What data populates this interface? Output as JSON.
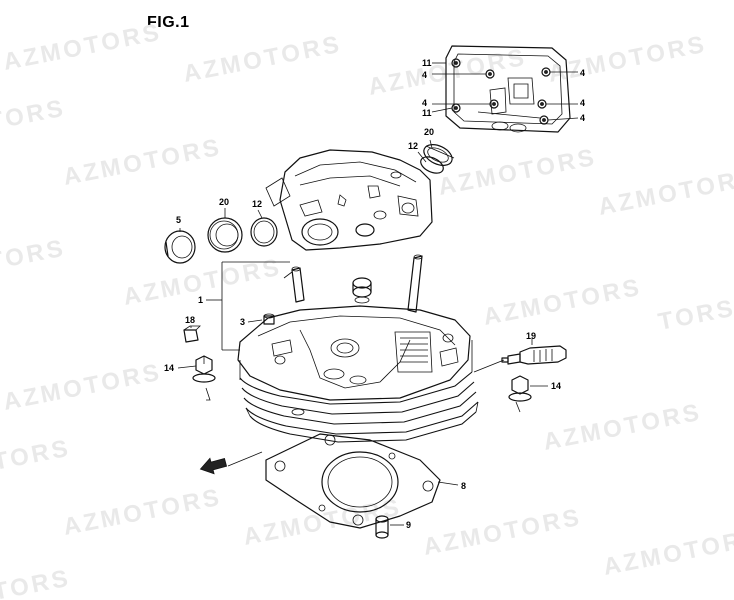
{
  "figure": {
    "title": "FIG.1"
  },
  "watermark": {
    "text": "AZMOTORS",
    "partial_text": "TORS",
    "color": "#e9e9e9"
  },
  "callouts": [
    {
      "id": "11a",
      "label": "11"
    },
    {
      "id": "4a",
      "label": "4"
    },
    {
      "id": "4b",
      "label": "4"
    },
    {
      "id": "4c",
      "label": "4"
    },
    {
      "id": "11b",
      "label": "11"
    },
    {
      "id": "4d",
      "label": "4"
    },
    {
      "id": "4e",
      "label": "4"
    },
    {
      "id": "20a",
      "label": "20"
    },
    {
      "id": "12a",
      "label": "12"
    },
    {
      "id": "5",
      "label": "5"
    },
    {
      "id": "20b",
      "label": "20"
    },
    {
      "id": "12b",
      "label": "12"
    },
    {
      "id": "1",
      "label": "1"
    },
    {
      "id": "18",
      "label": "18"
    },
    {
      "id": "3",
      "label": "3"
    },
    {
      "id": "14a",
      "label": "14"
    },
    {
      "id": "19",
      "label": "19"
    },
    {
      "id": "14b",
      "label": "14"
    },
    {
      "id": "8",
      "label": "8"
    },
    {
      "id": "9",
      "label": "9"
    }
  ]
}
